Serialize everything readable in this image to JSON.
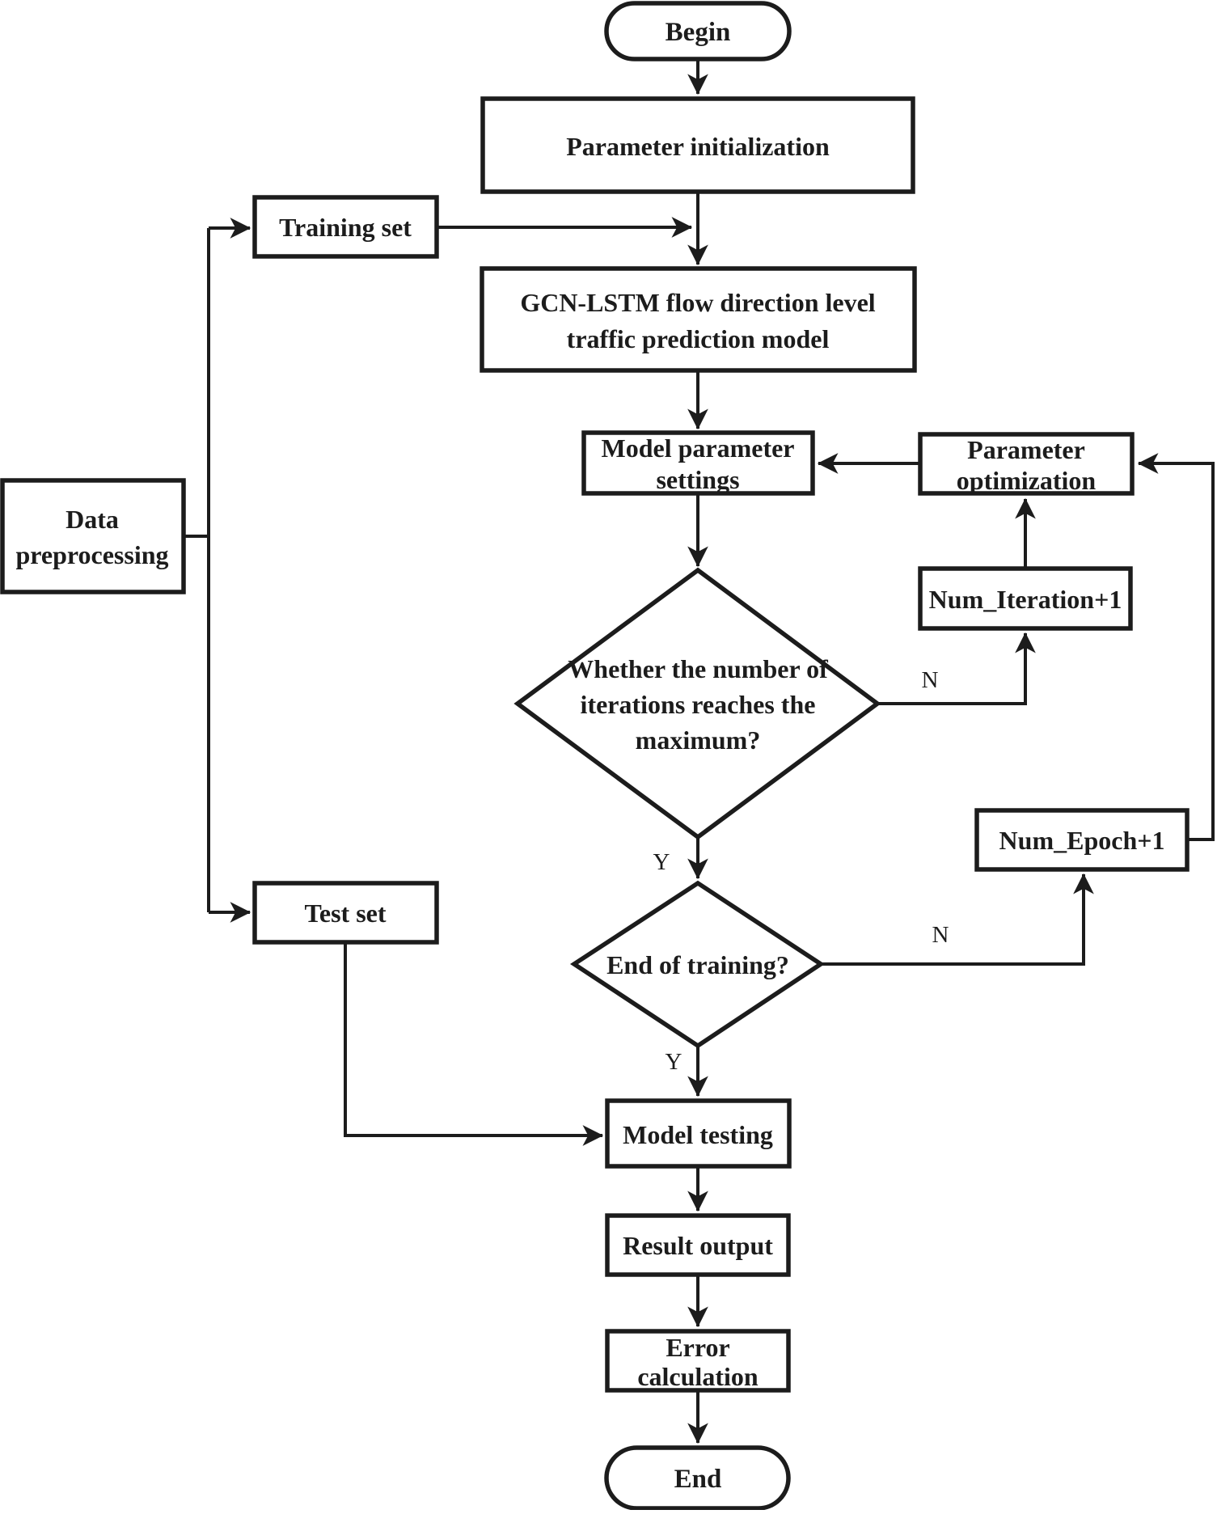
{
  "nodes": {
    "begin": {
      "label": "Begin"
    },
    "param_init": {
      "label": "Parameter initialization"
    },
    "training_set": {
      "label": "Training set"
    },
    "data_preprocessing": {
      "line1": "Data",
      "line2": "preprocessing"
    },
    "gcn_lstm": {
      "line1": "GCN-LSTM flow direction level",
      "line2": "traffic prediction model"
    },
    "model_param_settings": {
      "line1": "Model parameter",
      "line2": "settings"
    },
    "param_optimization": {
      "line1": "Parameter",
      "line2": "optimization"
    },
    "num_iteration": {
      "label": "Num_Iteration+1"
    },
    "iteration_check": {
      "line1": "Whether the number of",
      "line2": "iterations reaches the",
      "line3": "maximum?"
    },
    "num_epoch": {
      "label": "Num_Epoch+1"
    },
    "end_training_check": {
      "label": "End of training?"
    },
    "test_set": {
      "label": "Test set"
    },
    "model_testing": {
      "label": "Model testing"
    },
    "result_output": {
      "label": "Result output"
    },
    "error_calculation": {
      "line1": "Error",
      "line2": "calculation"
    },
    "end": {
      "label": "End"
    }
  },
  "edge_labels": {
    "iteration_no": "N",
    "iteration_yes": "Y",
    "training_no": "N",
    "training_yes": "Y"
  },
  "colors": {
    "line": "#1c1c1c",
    "background": "#ffffff"
  }
}
